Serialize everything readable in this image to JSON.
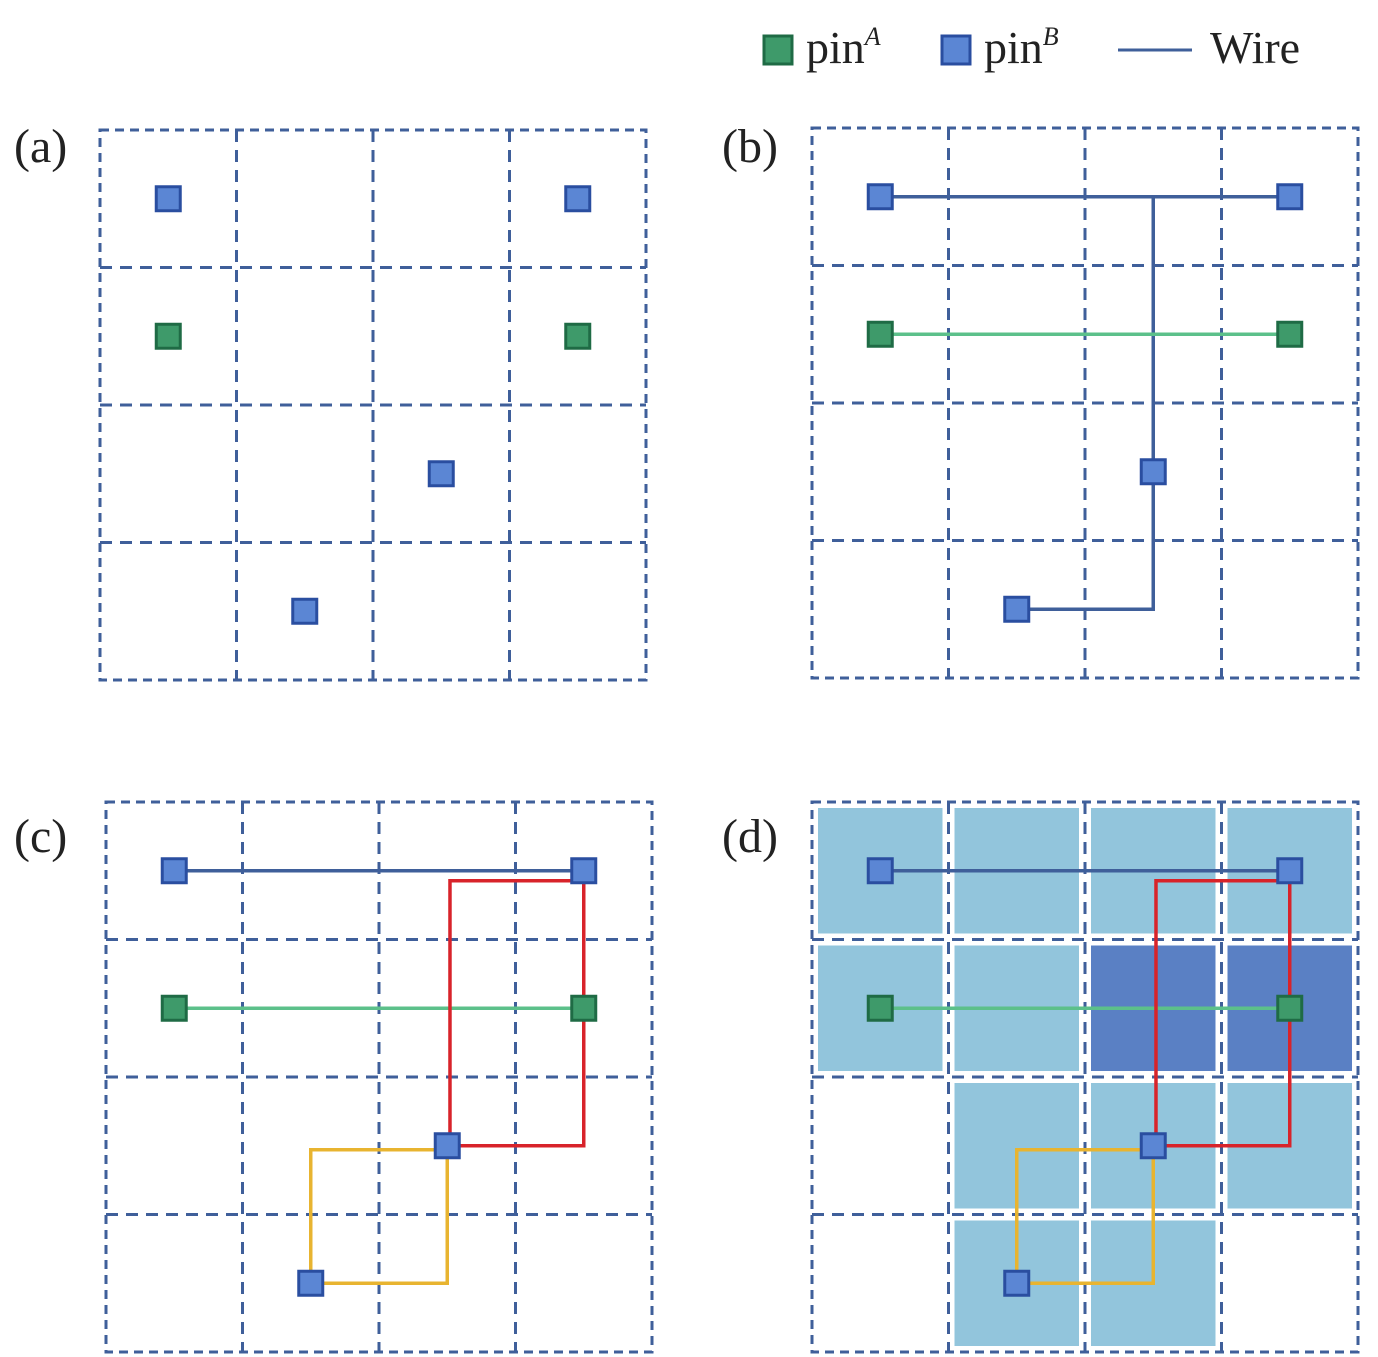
{
  "legend": {
    "pin_a": {
      "base": "pin",
      "sup": "A"
    },
    "pin_b": {
      "base": "pin",
      "sup": "B"
    },
    "wire": "Wire"
  },
  "colors": {
    "grid": "#3f5f9a",
    "pin_a_fill": "#3e9a6a",
    "pin_a_stroke": "#1f6b45",
    "pin_b_fill": "#5b86d4",
    "pin_b_stroke": "#2a4ea0",
    "wire_blue": "#3f5f9a",
    "wire_green": "#5cc08a",
    "wire_red": "#d8232a",
    "wire_yellow": "#e8b430",
    "light_fill": "#92c5dc",
    "dark_fill": "#5a80c4"
  },
  "panels": [
    {
      "label": "(a)",
      "pins": [
        {
          "type": "B",
          "col": 0,
          "row": 0
        },
        {
          "type": "B",
          "col": 3,
          "row": 0
        },
        {
          "type": "A",
          "col": 0,
          "row": 1
        },
        {
          "type": "A",
          "col": 3,
          "row": 1
        },
        {
          "type": "B",
          "col": 2,
          "row": 2
        },
        {
          "type": "B",
          "col": 1,
          "row": 3
        }
      ],
      "wires": [],
      "cells": []
    },
    {
      "label": "(b)",
      "pins": [
        {
          "type": "B",
          "col": 0,
          "row": 0
        },
        {
          "type": "B",
          "col": 3,
          "row": 0
        },
        {
          "type": "A",
          "col": 0,
          "row": 1
        },
        {
          "type": "A",
          "col": 3,
          "row": 1
        },
        {
          "type": "B",
          "col": 2,
          "row": 2
        },
        {
          "type": "B",
          "col": 1,
          "row": 3
        }
      ],
      "wires": [
        {
          "color": "wire_blue",
          "points": [
            [
              0,
              0
            ],
            [
              3,
              0
            ]
          ]
        },
        {
          "color": "wire_blue",
          "points": [
            [
              2,
              0
            ],
            [
              2,
              3
            ],
            [
              1,
              3
            ]
          ]
        },
        {
          "color": "wire_green",
          "points": [
            [
              0,
              1
            ],
            [
              3,
              1
            ]
          ]
        }
      ],
      "cells": []
    },
    {
      "label": "(c)",
      "pins": [
        {
          "type": "B",
          "col": 0,
          "row": 0
        },
        {
          "type": "B",
          "col": 3,
          "row": 0
        },
        {
          "type": "A",
          "col": 0,
          "row": 1
        },
        {
          "type": "A",
          "col": 3,
          "row": 1
        },
        {
          "type": "B",
          "col": 2,
          "row": 2
        },
        {
          "type": "B",
          "col": 1,
          "row": 3
        }
      ],
      "wires": [
        {
          "color": "wire_blue",
          "points": [
            [
              0,
              0
            ],
            [
              3,
              0
            ]
          ]
        },
        {
          "color": "wire_green",
          "points": [
            [
              0,
              1
            ],
            [
              3,
              1
            ]
          ]
        },
        {
          "color": "wire_red",
          "points": [
            [
              3,
              0
            ],
            [
              2,
              0
            ],
            [
              2,
              2
            ],
            [
              3,
              2
            ],
            [
              3,
              0
            ]
          ]
        },
        {
          "color": "wire_yellow",
          "points": [
            [
              2,
              2
            ],
            [
              1,
              2
            ],
            [
              1,
              3
            ],
            [
              2,
              3
            ],
            [
              2,
              2
            ]
          ]
        }
      ],
      "cells": []
    },
    {
      "label": "(d)",
      "pins": [
        {
          "type": "B",
          "col": 0,
          "row": 0
        },
        {
          "type": "B",
          "col": 3,
          "row": 0
        },
        {
          "type": "A",
          "col": 0,
          "row": 1
        },
        {
          "type": "A",
          "col": 3,
          "row": 1
        },
        {
          "type": "B",
          "col": 2,
          "row": 2
        },
        {
          "type": "B",
          "col": 1,
          "row": 3
        }
      ],
      "wires": [
        {
          "color": "wire_blue",
          "points": [
            [
              0,
              0
            ],
            [
              3,
              0
            ]
          ]
        },
        {
          "color": "wire_green",
          "points": [
            [
              0,
              1
            ],
            [
              3,
              1
            ]
          ]
        },
        {
          "color": "wire_red",
          "points": [
            [
              3,
              0
            ],
            [
              2,
              0
            ],
            [
              2,
              2
            ],
            [
              3,
              2
            ],
            [
              3,
              0
            ]
          ]
        },
        {
          "color": "wire_yellow",
          "points": [
            [
              2,
              2
            ],
            [
              1,
              2
            ],
            [
              1,
              3
            ],
            [
              2,
              3
            ],
            [
              2,
              2
            ]
          ]
        }
      ],
      "cells": [
        {
          "col": 0,
          "row": 0,
          "shade": "light"
        },
        {
          "col": 1,
          "row": 0,
          "shade": "light"
        },
        {
          "col": 2,
          "row": 0,
          "shade": "light"
        },
        {
          "col": 3,
          "row": 0,
          "shade": "light"
        },
        {
          "col": 0,
          "row": 1,
          "shade": "light"
        },
        {
          "col": 1,
          "row": 1,
          "shade": "light"
        },
        {
          "col": 2,
          "row": 1,
          "shade": "dark"
        },
        {
          "col": 3,
          "row": 1,
          "shade": "dark"
        },
        {
          "col": 1,
          "row": 2,
          "shade": "light"
        },
        {
          "col": 2,
          "row": 2,
          "shade": "light"
        },
        {
          "col": 3,
          "row": 2,
          "shade": "light"
        },
        {
          "col": 1,
          "row": 3,
          "shade": "light"
        },
        {
          "col": 2,
          "row": 3,
          "shade": "light"
        }
      ]
    }
  ]
}
